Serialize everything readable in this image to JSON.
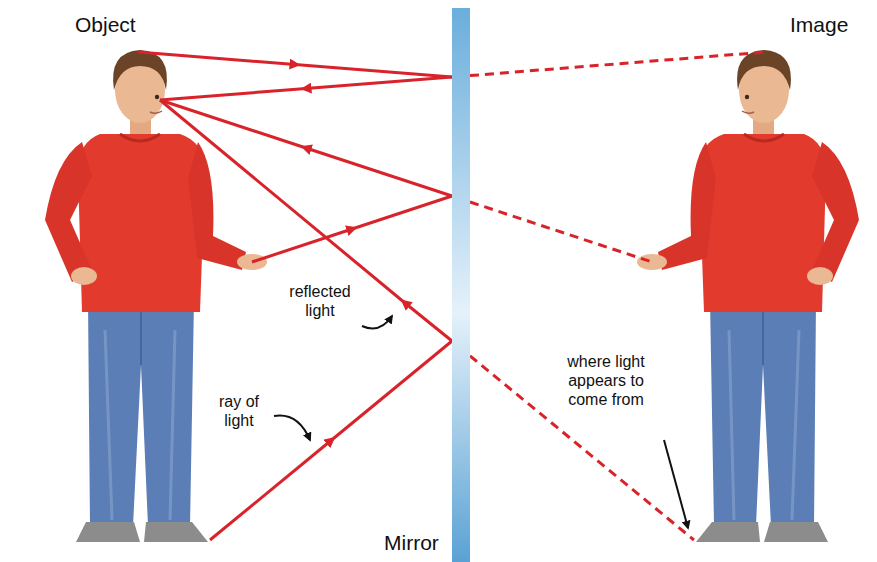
{
  "diagram": {
    "labels": [
      "Object",
      "Image",
      "reflected light",
      "ray of light",
      "Mirror",
      "where light appears to come from"
    ]
  }
}
